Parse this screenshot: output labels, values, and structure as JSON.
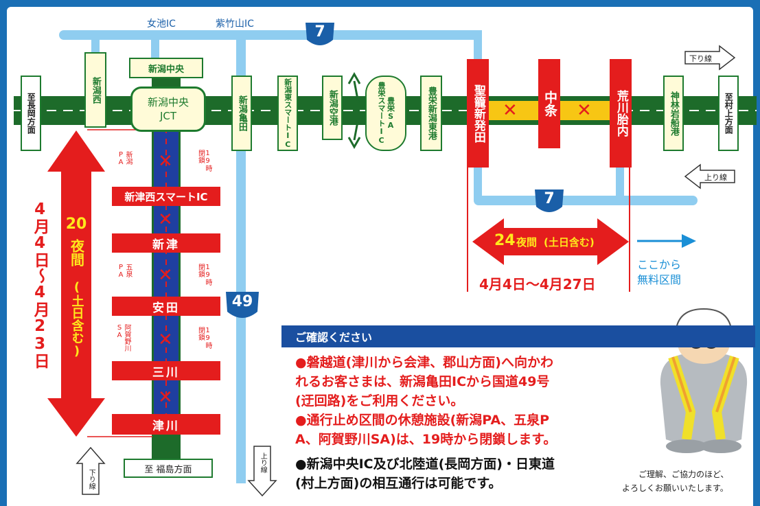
{
  "top_ics": {
    "left": "女池IC",
    "right": "紫竹山IC"
  },
  "routes": {
    "r7": "7",
    "r49": "49"
  },
  "ends": {
    "west": "至長岡方面",
    "east": "至村上方面",
    "south": "至 福島方面"
  },
  "direction": {
    "kudari": "下り線",
    "nobori": "上り線"
  },
  "exits": {
    "niigata_nishi": "新潟西",
    "niigata_chuo": "新潟中央",
    "jct_line1": "新潟中央",
    "jct_line2": "JCT",
    "kameda": "新潟亀田",
    "higashi_smart": "新潟東スマートIC",
    "kuko": "新潟空港",
    "toyosaka_smart": "豊栄スマートIC",
    "toyosaka_sa": "豊栄SA",
    "toyosaka_port": "豊栄新潟東港",
    "seirou": "聖籠新発田",
    "nakajo": "中条",
    "arakawa": "荒川胎内",
    "kamihayashi": "神林岩船港"
  },
  "ban_line": {
    "pa_niigata": "新潟PA",
    "pa_gosen": "五泉PA",
    "sa_agano": "阿賀野川SA",
    "closed_19": "19時閉鎖",
    "tsu_nishi": "新津西スマートIC",
    "niitsu": "新津",
    "yasuda": "安田",
    "mikawa": "三川",
    "tsugawa": "津川"
  },
  "period_left": {
    "count": "20",
    "unit": "夜間",
    "weekend": "(土日含む)",
    "dates": "4月4日～4月23日"
  },
  "period_right": {
    "count": "24",
    "unit": "夜間",
    "weekend": "(土日含む)",
    "dates": "4月4日～4月27日"
  },
  "free_section": {
    "line1": "ここから",
    "line2": "無料区間"
  },
  "notice": {
    "header": "ご確認ください",
    "lines": [
      "●磐越道(津川から会津、郡山方面)へ向かわ",
      "れるお客さまは、新潟亀田ICから国道49号",
      "(迂回路)をご利用ください。",
      "●通行止め区間の休憩施設(新潟PA、五泉P",
      "A、阿賀野川SA)は、19時から閉鎖します。",
      "●新潟中央IC及び北陸道(長岡方面)・日東道",
      "(村上方面)の相互通行は可能です。"
    ]
  },
  "thanks": {
    "line1": "ご理解、ご協力のほど、",
    "line2": "よろしくお願いいたします。"
  },
  "colors": {
    "expressway": "#1d6b2a",
    "closure": "#e41d1d",
    "general_road": "#8fcdf0",
    "route_badge": "#1a5fa8",
    "closed_section": "#f7c614"
  }
}
